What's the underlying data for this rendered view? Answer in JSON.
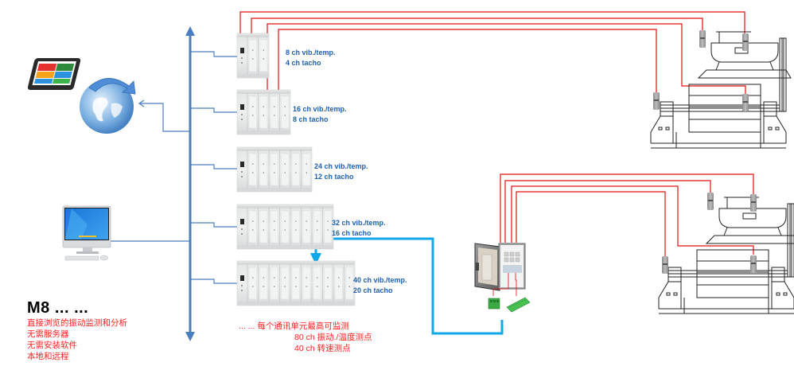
{
  "colors": {
    "bus": "#4a7ec2",
    "link": "#4a7ec2",
    "sensor_wire": "#e01010",
    "ethernet_wire": "#10a8e8",
    "module_label": "#1f5fb0",
    "feature_text": "#ff2020"
  },
  "product": {
    "title": "M8 ... ...",
    "features": [
      "直接浏览的振动监测和分析",
      "无需服务器",
      "无需安装软件",
      "本地和远程"
    ]
  },
  "clients": [
    {
      "name": "tablet",
      "icon": "tablet-icon"
    },
    {
      "name": "internet",
      "icon": "globe-icon"
    },
    {
      "name": "desktop",
      "icon": "desktop-computer-icon"
    }
  ],
  "modules": [
    {
      "vib": "8 ch vib./temp.",
      "tacho": "4 ch tacho",
      "slots": 2
    },
    {
      "vib": "16 ch vib./temp.",
      "tacho": "8 ch tacho",
      "slots": 4
    },
    {
      "vib": "24 ch vib./temp.",
      "tacho": "12 ch tacho",
      "slots": 6
    },
    {
      "vib": "32 ch vib./temp.",
      "tacho": "16 ch tacho",
      "slots": 8
    },
    {
      "vib": "40 ch vib./temp.",
      "tacho": "20 ch tacho",
      "slots": 10
    }
  ],
  "note": {
    "line1": "... ... 每个通讯单元最高可监测",
    "line2": "80 ch 振动./温度测点",
    "line3": "40 ch 转速测点"
  },
  "equipment": [
    {
      "name": "machine-set-1",
      "icon": "motor-pump-machine-icon",
      "sensors": 4
    },
    {
      "name": "machine-set-2",
      "icon": "motor-pump-machine-icon",
      "sensors": 4
    },
    {
      "name": "junction-box",
      "icon": "junction-cabinet-icon"
    }
  ]
}
